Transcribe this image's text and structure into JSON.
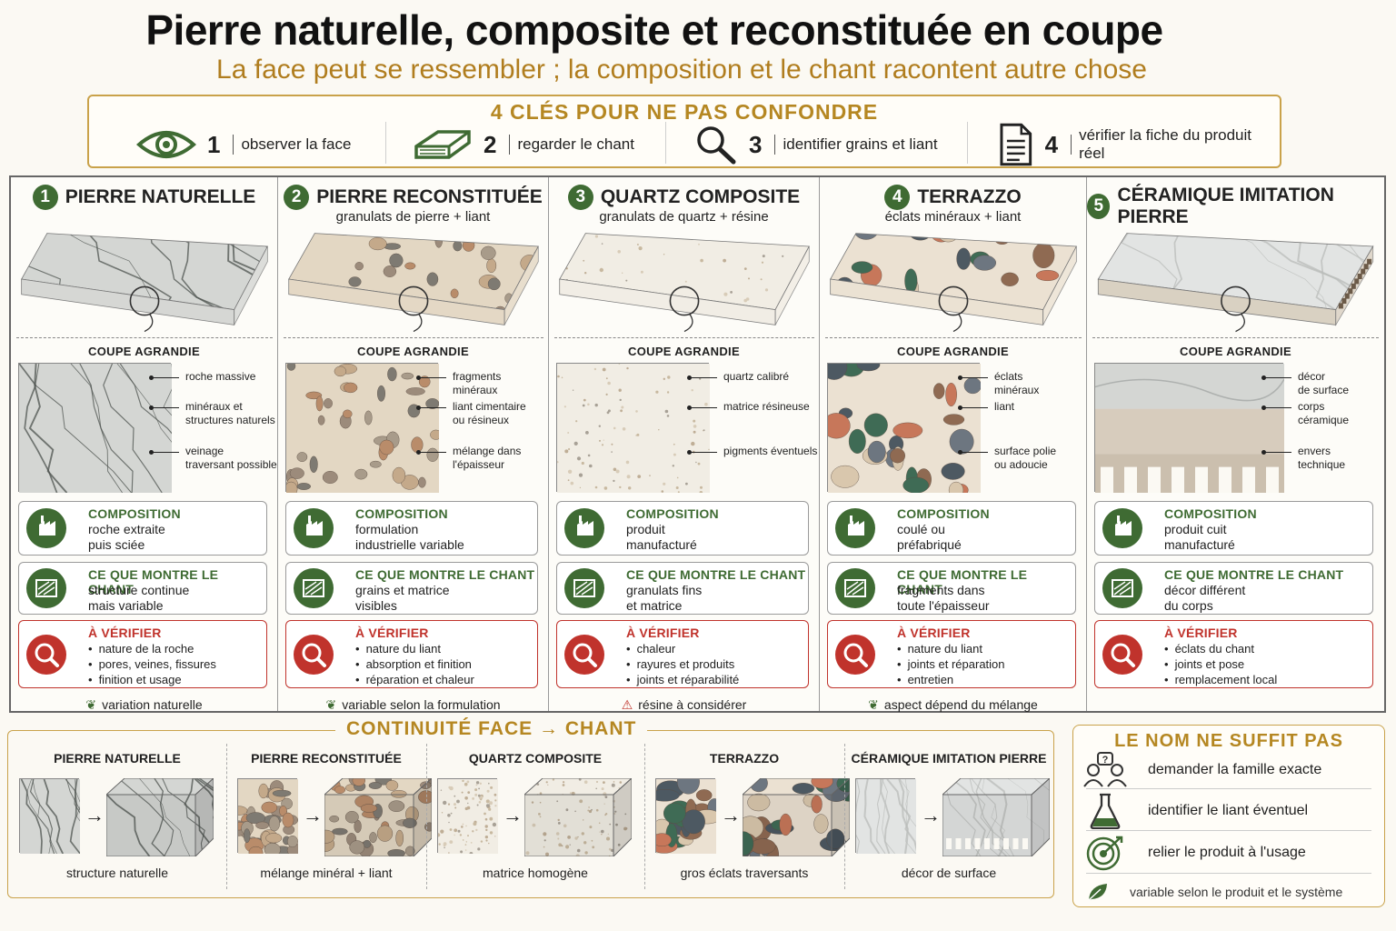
{
  "title": "Pierre naturelle, composite et reconstituée en coupe",
  "subtitle": "La face peut se ressembler ; la composition et le chant racontent autre chose",
  "keys": {
    "title": "4 CLÉS POUR NE PAS CONFONDRE",
    "items": [
      {
        "num": "1",
        "label": "observer la face",
        "icon": "eye-icon"
      },
      {
        "num": "2",
        "label": "regarder le chant",
        "icon": "slab-edge-icon"
      },
      {
        "num": "3",
        "label": "identifier grains et liant",
        "icon": "magnifier-icon"
      },
      {
        "num": "4",
        "label": "vérifier la fiche du produit réel",
        "icon": "document-icon"
      }
    ]
  },
  "columns": [
    {
      "num": "1",
      "title": "PIERRE NATURELLE",
      "sub": "",
      "coupe": "COUPE AGRANDIE",
      "annotations": [
        "roche massive",
        "minéraux et\nstructures naturels",
        "veinage\ntraversant possible"
      ],
      "composition_title": "COMPOSITION",
      "composition": "roche extraite\npuis sciée",
      "chant_title": "CE QUE MONTRE LE CHANT",
      "chant": "structure continue\nmais variable",
      "verif_title": "À VÉRIFIER",
      "verif": [
        "nature de la roche",
        "pores, veines, fissures",
        "finition et usage"
      ],
      "footer": "variation naturelle",
      "footer_icon": "leaf-icon",
      "colors": {
        "base": "#d4d6d3",
        "vein": "#4d534f"
      }
    },
    {
      "num": "2",
      "title": "PIERRE RECONSTITUÉE",
      "sub": "granulats de pierre + liant",
      "coupe": "COUPE AGRANDIE",
      "annotations": [
        "fragments\nminéraux",
        "liant cimentaire\nou résineux",
        "mélange dans\nl'épaisseur"
      ],
      "composition_title": "COMPOSITION",
      "composition": "formulation\nindustrielle variable",
      "chant_title": "CE QUE MONTRE LE CHANT",
      "chant": "grains et matrice\nvisibles",
      "verif_title": "À VÉRIFIER",
      "verif": [
        "nature du liant",
        "absorption et finition",
        "réparation et chaleur"
      ],
      "footer": "variable selon la formulation",
      "footer_icon": "leaf-icon",
      "colors": {
        "base": "#e3d7c3",
        "vein": "#8a7a6a"
      }
    },
    {
      "num": "3",
      "title": "QUARTZ COMPOSITE",
      "sub": "granulats de quartz + résine",
      "coupe": "COUPE AGRANDIE",
      "annotations": [
        "quartz calibré",
        "matrice résineuse",
        "pigments éventuels"
      ],
      "composition_title": "COMPOSITION",
      "composition": "produit\nmanufacturé",
      "chant_title": "CE QUE MONTRE LE CHANT",
      "chant": "granulats fins\net matrice",
      "verif_title": "À VÉRIFIER",
      "verif": [
        "chaleur",
        "rayures et produits",
        "joints et réparabilité"
      ],
      "footer": "résine à considérer",
      "footer_icon": "warning-icon",
      "colors": {
        "base": "#f1ede4",
        "vein": "#c9bfae"
      }
    },
    {
      "num": "4",
      "title": "TERRAZZO",
      "sub": "éclats minéraux + liant",
      "coupe": "COUPE AGRANDIE",
      "annotations": [
        "éclats\nminéraux",
        "liant",
        "surface polie\nou adoucie"
      ],
      "composition_title": "COMPOSITION",
      "composition": "coulé ou\npréfabriqué",
      "chant_title": "CE QUE MONTRE LE CHANT",
      "chant": "fragments dans\ntoute l'épaisseur",
      "verif_title": "À VÉRIFIER",
      "verif": [
        "nature du liant",
        "joints et réparation",
        "entretien"
      ],
      "footer": "aspect dépend du mélange",
      "footer_icon": "leaf-icon",
      "colors": {
        "base": "#ebe1d2",
        "vein": "#5b6670"
      }
    },
    {
      "num": "5",
      "title": "CÉRAMIQUE IMITATION PIERRE",
      "sub": "",
      "coupe": "COUPE AGRANDIE",
      "annotations": [
        "décor\nde surface",
        "corps\ncéramique",
        "envers\ntechnique"
      ],
      "composition_title": "COMPOSITION",
      "composition": "produit cuit\nmanufacturé",
      "chant_title": "CE QUE MONTRE LE CHANT",
      "chant": "décor différent\ndu corps",
      "verif_title": "À VÉRIFIER",
      "verif": [
        "éclats du chant",
        "joints et pose",
        "remplacement local"
      ],
      "footer": "",
      "footer_icon": "",
      "colors": {
        "base": "#e2e4e3",
        "vein": "#b9bcba"
      }
    }
  ],
  "continuity": {
    "title": "CONTINUITÉ FACE → CHANT",
    "items": [
      {
        "title": "PIERRE NATURELLE",
        "caption": "structure naturelle"
      },
      {
        "title": "PIERRE RECONSTITUÉE",
        "caption": "mélange minéral + liant"
      },
      {
        "title": "QUARTZ COMPOSITE",
        "caption": "matrice homogène"
      },
      {
        "title": "TERRAZZO",
        "caption": "gros éclats traversants"
      },
      {
        "title": "CÉRAMIQUE IMITATION PIERRE",
        "caption": "décor de surface"
      }
    ]
  },
  "nom": {
    "title": "LE NOM NE SUFFIT PAS",
    "items": [
      {
        "label": "demander la famille exacte",
        "icon": "people-question-icon"
      },
      {
        "label": "identifier le liant éventuel",
        "icon": "flask-icon"
      },
      {
        "label": "relier le produit à l'usage",
        "icon": "target-icon"
      }
    ],
    "footer": "variable selon le produit et le système"
  },
  "colors": {
    "green": "#3f6b33",
    "red": "#c0332c",
    "gold": "#b58722"
  }
}
